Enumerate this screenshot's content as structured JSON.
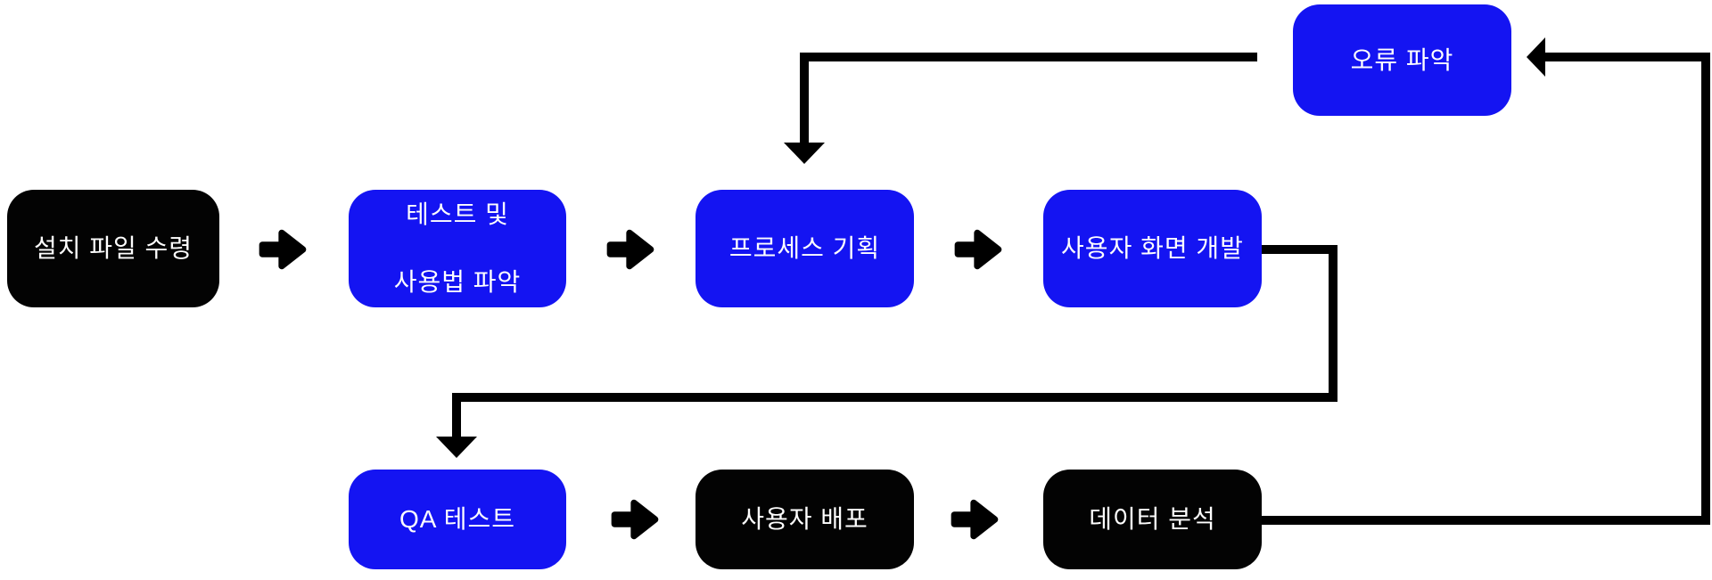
{
  "colors": {
    "blue": "#1414f2",
    "black": "#030303",
    "text": "#ffffff",
    "connector": "#000000",
    "background": "#ffffff"
  },
  "nodes": [
    {
      "id": "receive-install-file",
      "label": "설치 파일 수령",
      "fill": "black"
    },
    {
      "id": "test-and-usage",
      "label": "테스트 및 사용법 파악",
      "line1": "테스트 및",
      "line2": "사용법 파악",
      "fill": "blue"
    },
    {
      "id": "process-planning",
      "label": "프로세스 기획",
      "fill": "blue"
    },
    {
      "id": "ui-development",
      "label": "사용자 화면 개발",
      "fill": "blue"
    },
    {
      "id": "error-identification",
      "label": "오류 파악",
      "fill": "blue"
    },
    {
      "id": "qa-test",
      "label": "QA 테스트",
      "fill": "blue"
    },
    {
      "id": "user-deployment",
      "label": "사용자 배포",
      "fill": "black"
    },
    {
      "id": "data-analysis",
      "label": "데이터 분석",
      "fill": "black"
    }
  ],
  "edges": [
    {
      "from": "receive-install-file",
      "to": "test-and-usage",
      "style": "bold-arrow-glyph"
    },
    {
      "from": "test-and-usage",
      "to": "process-planning",
      "style": "bold-arrow-glyph"
    },
    {
      "from": "process-planning",
      "to": "ui-development",
      "style": "bold-arrow-glyph"
    },
    {
      "from": "ui-development",
      "to": "qa-test",
      "style": "elbow-connector"
    },
    {
      "from": "qa-test",
      "to": "user-deployment",
      "style": "bold-arrow-glyph"
    },
    {
      "from": "user-deployment",
      "to": "data-analysis",
      "style": "bold-arrow-glyph"
    },
    {
      "from": "data-analysis",
      "to": "error-identification",
      "style": "elbow-connector"
    },
    {
      "from": "error-identification",
      "to": "process-planning",
      "style": "elbow-connector"
    }
  ]
}
